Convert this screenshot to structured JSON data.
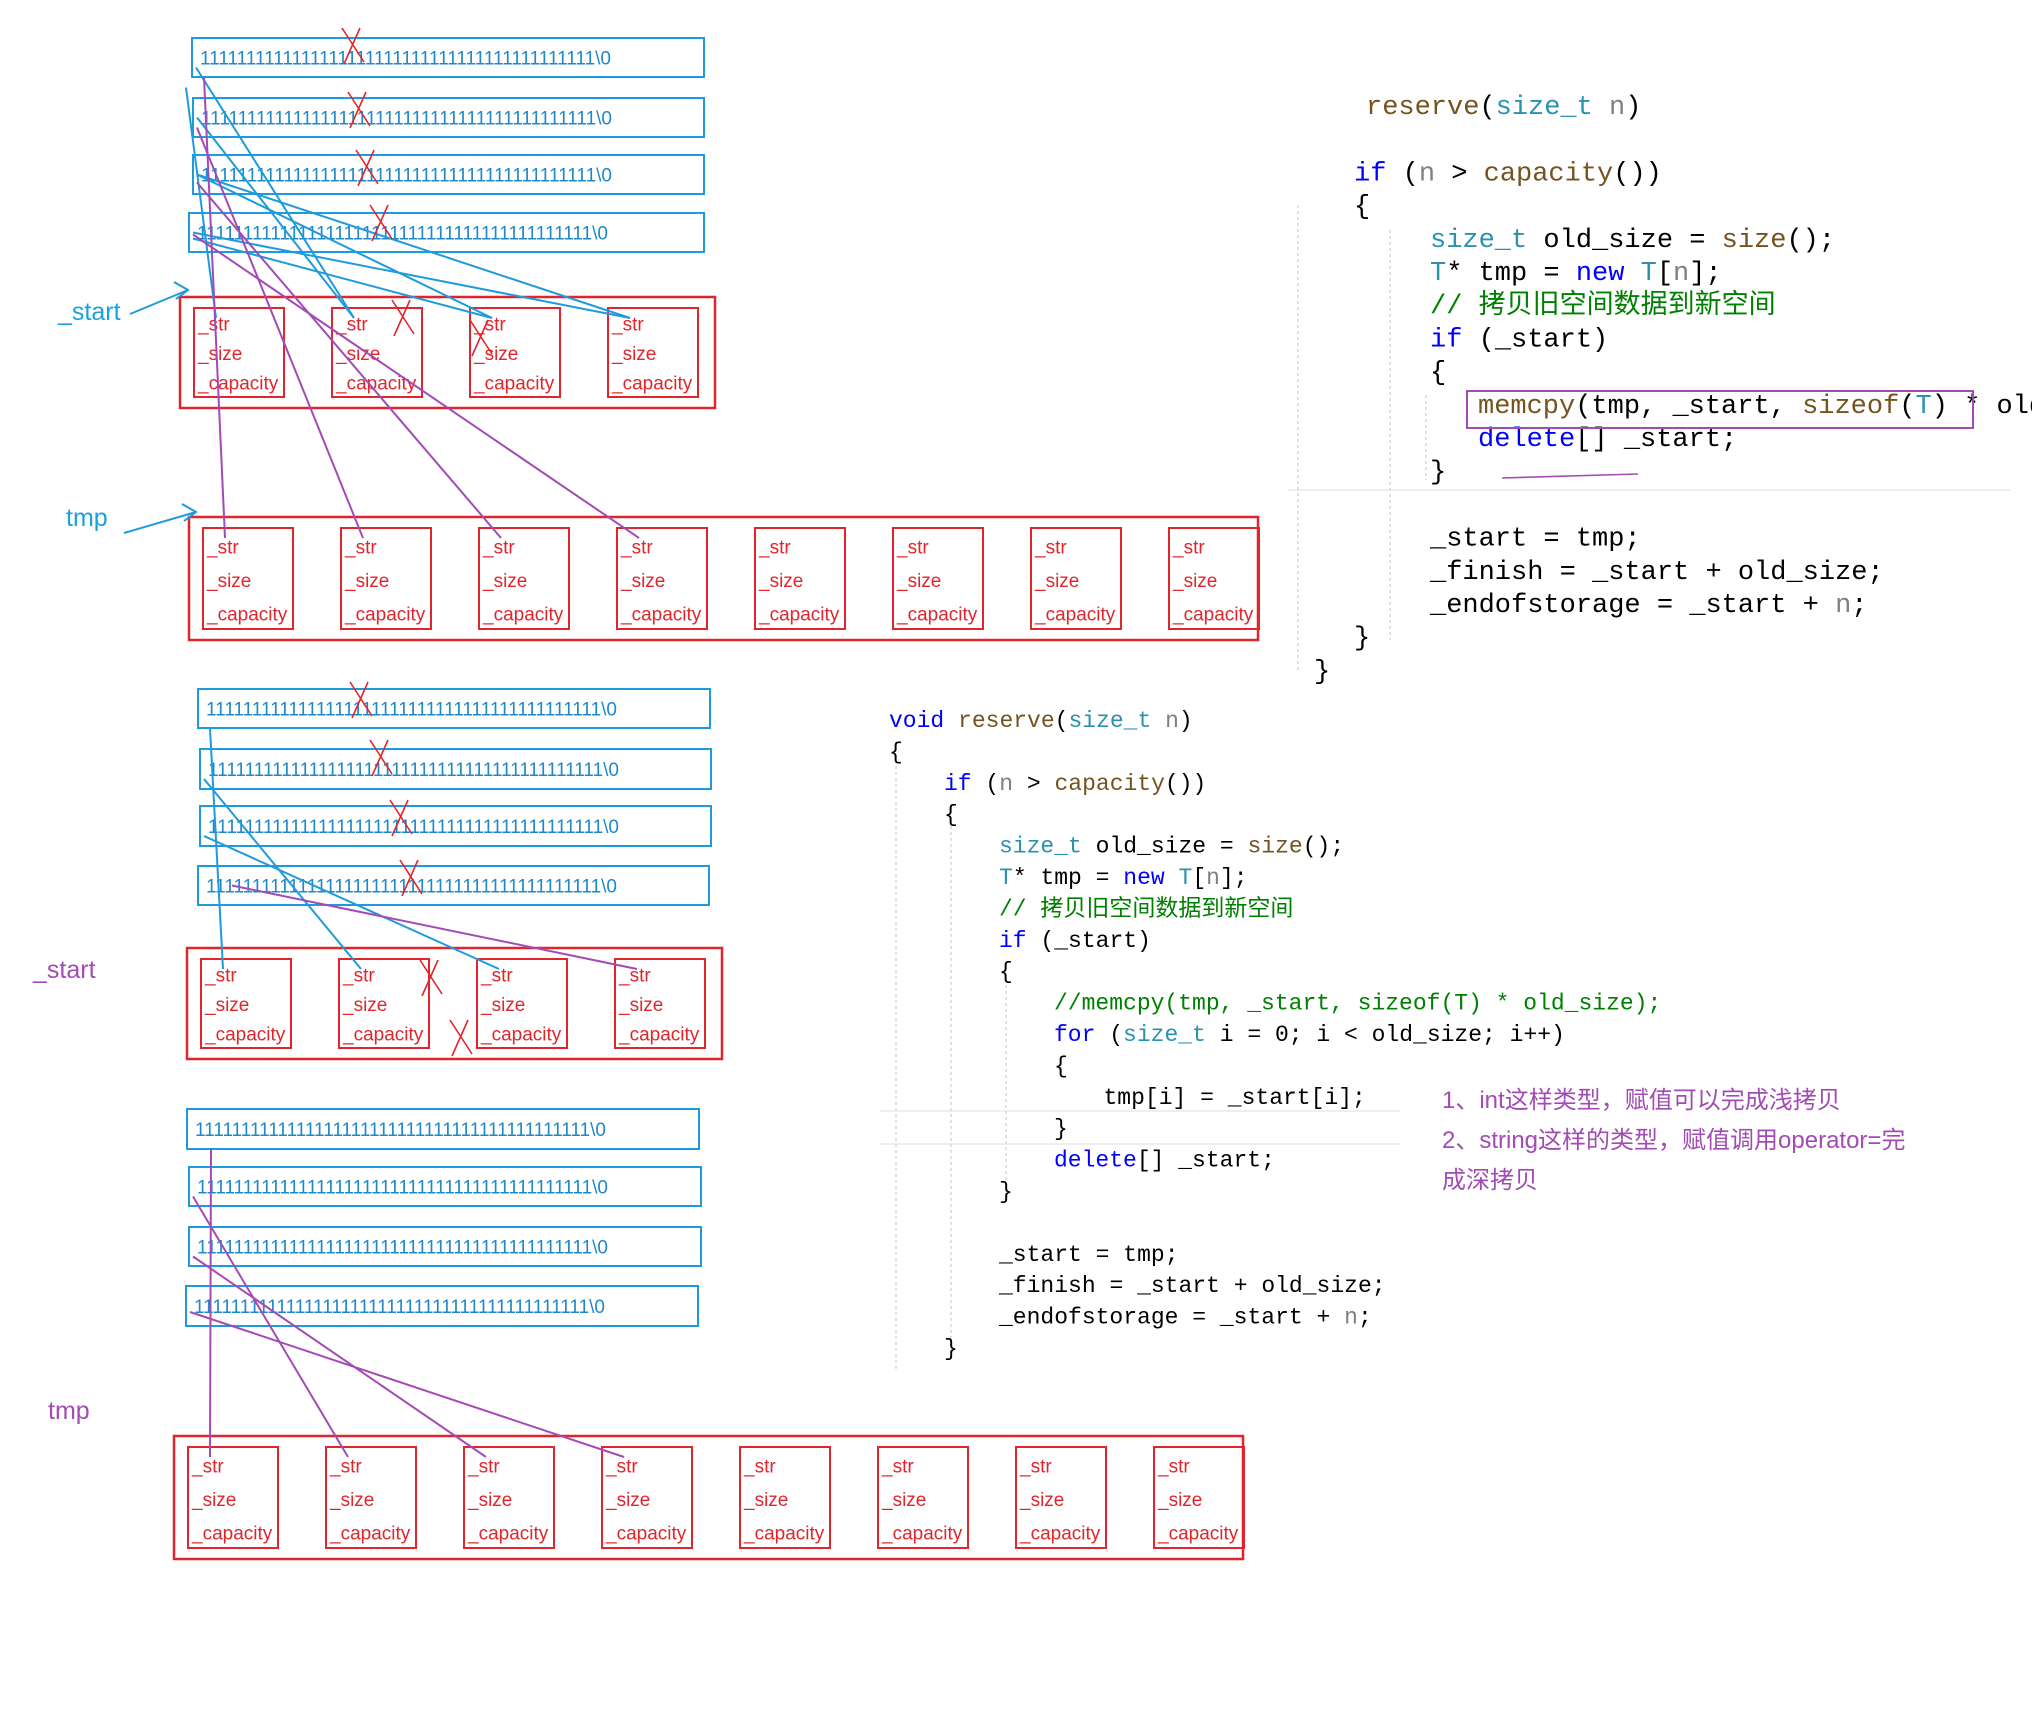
{
  "colors": {
    "blue": "#1e9bdc",
    "red": "#e0262c",
    "purple": "#a34bb5",
    "code_keyword": "#0000ff",
    "code_type": "#2b91af",
    "code_text": "#000000",
    "code_comment": "#008000",
    "code_param": "#808080",
    "code_func": "#74531f",
    "highlight": "#ffe9a8"
  },
  "diagram_top": {
    "string_buffer": "1111111111111111111111111111111111111111111\\0",
    "start_label": "_start",
    "tmp_label": "tmp",
    "field_labels": [
      "_str",
      "_size",
      "_capacity"
    ]
  },
  "diagram_bottom": {
    "string_buffer": "1111111111111111111111111111111111111111111\\0",
    "start_label": "_start",
    "tmp_label": "tmp",
    "field_labels": [
      "_str",
      "_size",
      "_capacity"
    ]
  },
  "code_top": [
    "reserve(size_t n)",
    "",
    "if (n > capacity())",
    "{",
    "size_t old_size = size();",
    "T* tmp = new T[n];",
    "// 拷贝旧空间数据到新空间",
    "if (_start)",
    "{",
    "memcpy(tmp, _start, sizeof(T) * old",
    "delete[] _start;",
    "}",
    "",
    "_start = tmp;",
    "_finish = _start + old_size;",
    "_endofstorage = _start + n;",
    "}",
    "}"
  ],
  "code_bottom": [
    "void reserve(size_t n)",
    "{",
    "if (n > capacity())",
    "{",
    "size_t old_size = size();",
    "T* tmp = new T[n];",
    "// 拷贝旧空间数据到新空间",
    "if (_start)",
    "{",
    "//memcpy(tmp, _start, sizeof(T) * old_size);",
    "for (size_t i = 0; i < old_size; i++)",
    "{",
    "tmp[i] = _start[i];",
    "}",
    "delete[] _start;",
    "}",
    "",
    "_start = tmp;",
    "_finish = _start + old_size;",
    "_endofstorage = _start + n;",
    "}"
  ],
  "notes": [
    "1、int这样类型，赋值可以完成浅拷贝",
    "2、string这样的类型，赋值调用operator=完",
    "成深拷贝"
  ]
}
